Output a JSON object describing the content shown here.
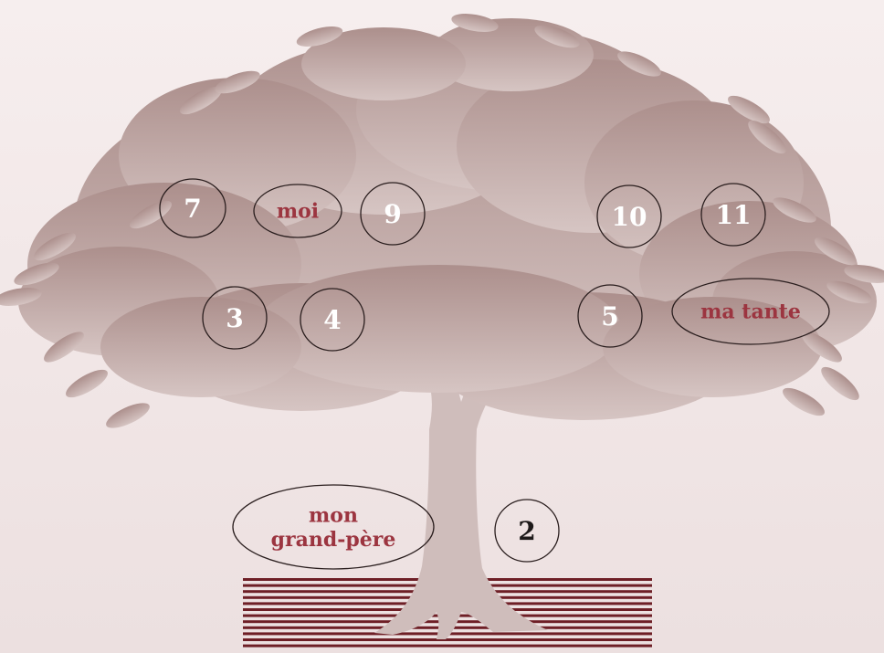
{
  "colors": {
    "background_top": "#f6eeee",
    "background_bottom": "#ece0e0",
    "canopy_top": "#ac8f8c",
    "canopy_bottom": "#d6c5c3",
    "trunk": "#cfbdbb",
    "ground_lines": "#6e1f26",
    "circle_stroke": "#2a1e1e",
    "number_text_light": "#ffffff",
    "number_text_dark": "#1e1a1a",
    "word_text": "#9c3540"
  },
  "nodes": [
    {
      "id": "n7",
      "kind": "number",
      "text": "7",
      "tone": "light"
    },
    {
      "id": "moi",
      "kind": "word",
      "lines": [
        "moi"
      ]
    },
    {
      "id": "n9",
      "kind": "number",
      "text": "9",
      "tone": "light"
    },
    {
      "id": "n10",
      "kind": "number",
      "text": "10",
      "tone": "light"
    },
    {
      "id": "n11",
      "kind": "number",
      "text": "11",
      "tone": "light"
    },
    {
      "id": "n3",
      "kind": "number",
      "text": "3",
      "tone": "light"
    },
    {
      "id": "n4",
      "kind": "number",
      "text": "4",
      "tone": "light"
    },
    {
      "id": "n5",
      "kind": "number",
      "text": "5",
      "tone": "light"
    },
    {
      "id": "tante",
      "kind": "word",
      "lines": [
        "ma tante"
      ]
    },
    {
      "id": "grandpere",
      "kind": "word",
      "lines": [
        "mon",
        "grand-père"
      ]
    },
    {
      "id": "n2",
      "kind": "number",
      "text": "2",
      "tone": "dark"
    }
  ]
}
